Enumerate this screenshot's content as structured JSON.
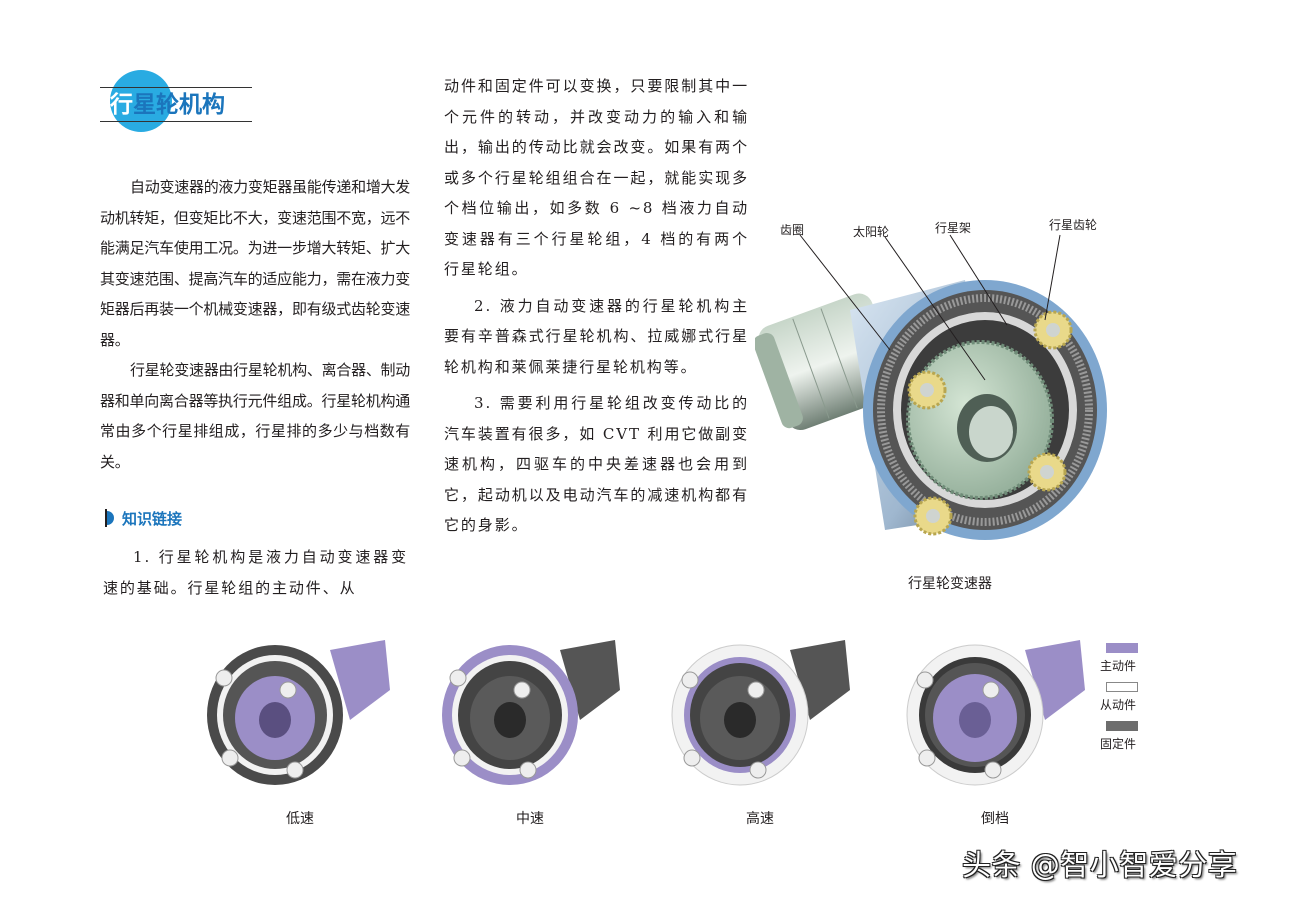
{
  "section": {
    "title": "行星轮机构",
    "title_split": [
      "行星",
      "轮机构"
    ],
    "accent_color": "#29abe2",
    "title_color": "#1b75bc"
  },
  "intro": {
    "paragraphs": [
      "自动变速器的液力变矩器虽能传递和增大发动机转矩，但变矩比不大，变速范围不宽，远不能满足汽车使用工况。为进一步增大转矩、扩大其变速范围、提高汽车的适应能力，需在液力变矩器后再装一个机械变速器，即有级式齿轮变速器。",
      "行星轮变速器由行星轮机构、离合器、制动器和单向离合器等执行元件组成。行星轮机构通常由多个行星排组成，行星排的多少与档数有关。"
    ]
  },
  "knowledge_link": {
    "heading": "知识链接",
    "item1_part1": "1. 行星轮机构是液力自动变速器变速的基础。行星轮组的主动件、从",
    "item1_part2": "动件和固定件可以变换，只要限制其中一个元件的转动，并改变动力的输入和输出，输出的传动比就会改变。如果有两个或多个行星轮组组合在一起，就能实现多个档位输出，如多数 6 ~8 档液力自动变速器有三个行星轮组，4 档的有两个行星轮组。",
    "item2": "2. 液力自动变速器的行星轮机构主要有辛普森式行星轮机构、拉威娜式行星轮机构和莱佩莱捷行星轮机构等。",
    "item3": "3. 需要利用行星轮组改变传动比的汽车装置有很多，如 CVT 利用它做副变速机构，四驱车的中央差速器也会用到它，起动机以及电动汽车的减速机构都有它的身影。"
  },
  "main_figure": {
    "callouts": [
      "齿圈",
      "太阳轮",
      "行星架",
      "行星齿轮"
    ],
    "caption": "行星轮变速器"
  },
  "gear_states": [
    {
      "label": "低速",
      "ring": "#4a4a4a",
      "sun": "#9b8ec7",
      "shaft": "#9b8ec7"
    },
    {
      "label": "中速",
      "ring": "#9b8ec7",
      "sun": "#555555",
      "shaft": "#555555"
    },
    {
      "label": "高速",
      "ring": "#f2f2f2",
      "sun": "#555555",
      "shaft": "#555555"
    },
    {
      "label": "倒档",
      "ring": "#f2f2f2",
      "sun": "#9b8ec7",
      "shaft": "#9b8ec7"
    }
  ],
  "legend": [
    {
      "label": "主动件",
      "color": "#9b8ec7"
    },
    {
      "label": "从动件",
      "color": "#ffffff"
    },
    {
      "label": "固定件",
      "color": "#6d6d6d"
    }
  ],
  "watermark": "头条 @智小智爱分享"
}
